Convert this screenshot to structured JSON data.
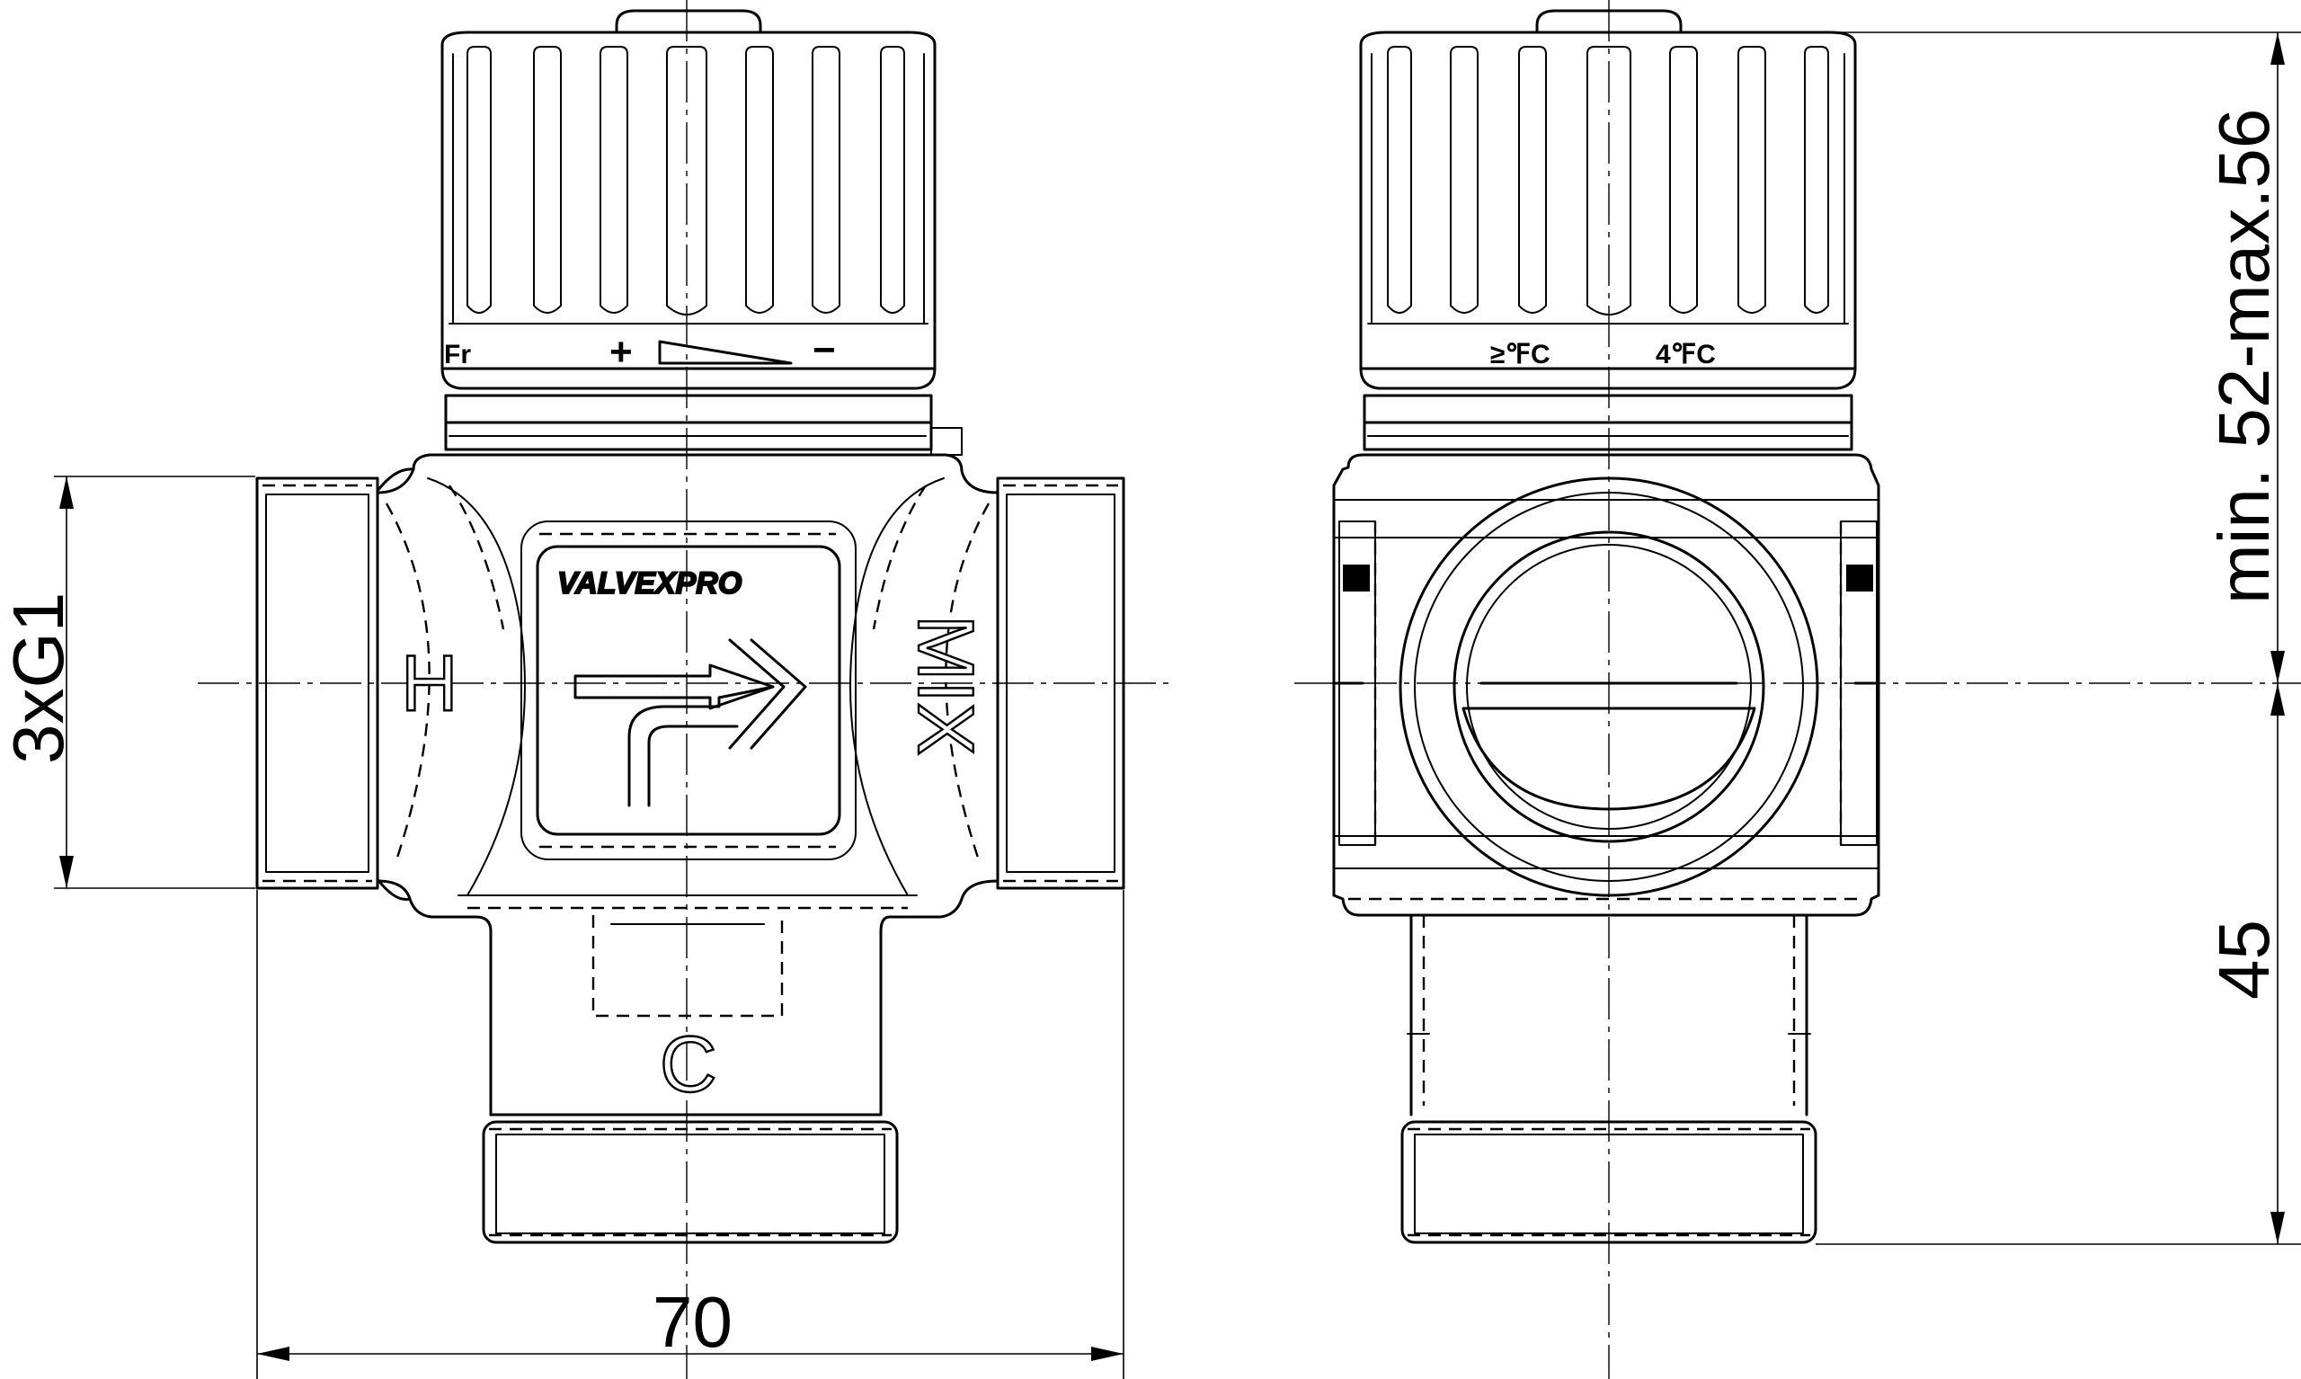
{
  "dimensions": {
    "width_label": "70",
    "thread_label": "3xG1",
    "height_label": "45",
    "knob_range_label": "min. 52-max.56"
  },
  "ports": {
    "hot": "H",
    "cold": "C",
    "mixed": "MIX"
  },
  "brand": "VALVEXPRO",
  "knob": {
    "plus": "+",
    "minus": "−",
    "side_mark_1": "≥℉C",
    "side_mark_2": "4℉C"
  }
}
